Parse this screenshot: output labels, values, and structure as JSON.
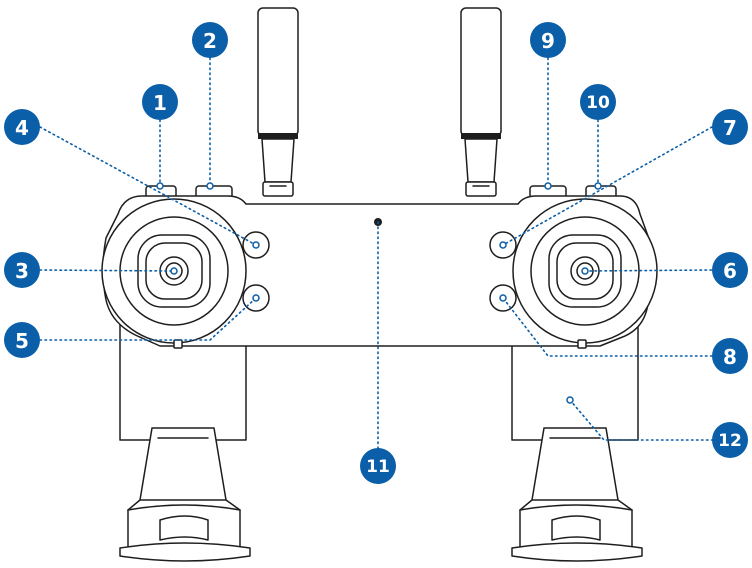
{
  "diagram": {
    "accent_color": "#0b5ea8",
    "line_color": "#1e1e1e",
    "callouts": [
      {
        "id": "1",
        "label": "1"
      },
      {
        "id": "2",
        "label": "2"
      },
      {
        "id": "3",
        "label": "3"
      },
      {
        "id": "4",
        "label": "4"
      },
      {
        "id": "5",
        "label": "5"
      },
      {
        "id": "6",
        "label": "6"
      },
      {
        "id": "7",
        "label": "7"
      },
      {
        "id": "8",
        "label": "8"
      },
      {
        "id": "9",
        "label": "9"
      },
      {
        "id": "10",
        "label": "10"
      },
      {
        "id": "11",
        "label": "11"
      },
      {
        "id": "12",
        "label": "12"
      }
    ]
  }
}
